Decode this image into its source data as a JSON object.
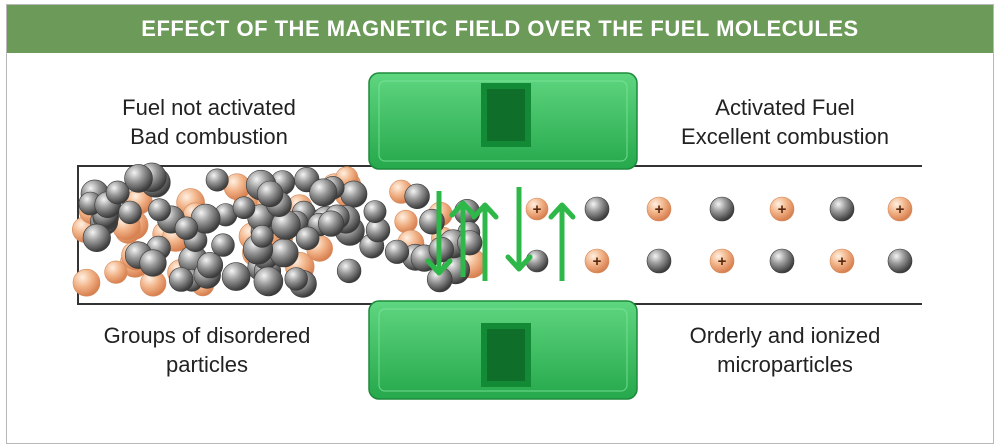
{
  "title": "EFFECT OF THE MAGNETIC FIELD OVER THE FUEL MOLECULES",
  "labels": {
    "top_left": [
      "Fuel not activated",
      "Bad combustion"
    ],
    "top_right": [
      "Activated Fuel",
      "Excellent combustion"
    ],
    "bottom_left": [
      "Groups of disordered",
      "particles"
    ],
    "bottom_right": [
      "Orderly and ionized",
      "microparticles"
    ]
  },
  "ion_symbol": "+",
  "colors": {
    "header": "#6c9a59",
    "magnet": "#3cc063",
    "arrow": "#2fb84a",
    "molecule_grey": "#6e6e6e",
    "molecule_orange": "#f0a878"
  }
}
